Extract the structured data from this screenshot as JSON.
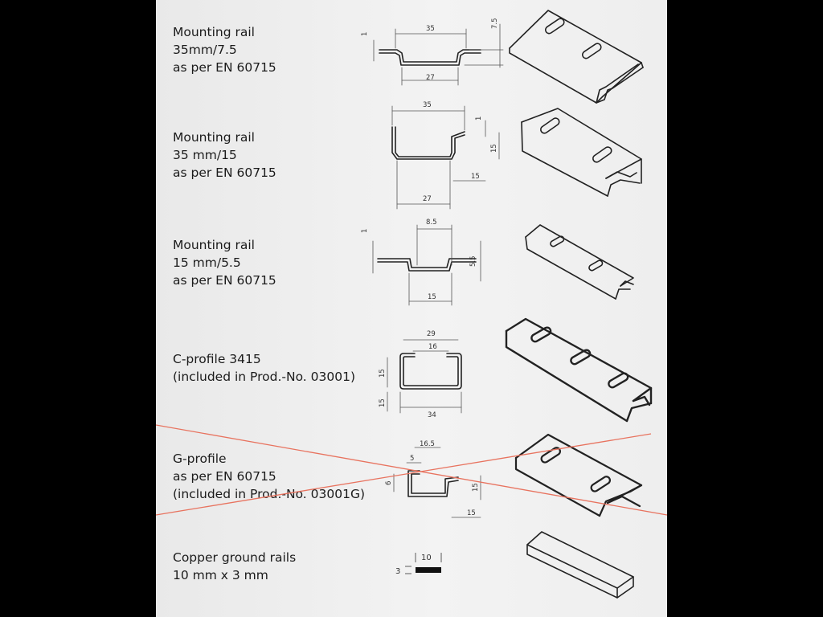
{
  "rails": [
    {
      "id": "rail-35-7-5",
      "lines": [
        "Mounting rail",
        "35mm/7.5",
        "as per EN 60715"
      ],
      "dims": {
        "thickness": "1",
        "width": "35",
        "height": "7.5",
        "base": "27"
      },
      "crossed_out": false
    },
    {
      "id": "rail-35-15",
      "lines": [
        "Mounting rail",
        "35 mm/15",
        "as per EN 60715"
      ],
      "dims": {
        "width": "35",
        "thickness": "1",
        "height": "15",
        "flange": "15",
        "base": "27"
      },
      "crossed_out": false
    },
    {
      "id": "rail-15-5-5",
      "lines": [
        "Mounting rail",
        "15 mm/5.5",
        "as per EN 60715"
      ],
      "dims": {
        "thickness": "1",
        "width": "8.5",
        "height": "5.5",
        "base": "15"
      },
      "crossed_out": false
    },
    {
      "id": "c-profile",
      "lines": [
        "C-profile 3415",
        "(included in Prod.-No. 03001)"
      ],
      "dims": {
        "width": "29",
        "opening": "16",
        "height": "15",
        "lip": "15",
        "base": "34"
      },
      "crossed_out": false
    },
    {
      "id": "g-profile",
      "lines": [
        "G-profile",
        "as per EN 60715",
        "(included in Prod.-No. 03001G)"
      ],
      "dims": {
        "width": "16.5",
        "gap": "5",
        "lip": "6",
        "height": "15",
        "flange": "15"
      },
      "crossed_out": true,
      "cross_color": "#e8735f"
    },
    {
      "id": "copper-ground-rail",
      "lines": [
        "Copper ground rails",
        "10 mm x 3 mm"
      ],
      "dims": {
        "thickness": "3",
        "width": "10"
      },
      "crossed_out": false
    }
  ]
}
